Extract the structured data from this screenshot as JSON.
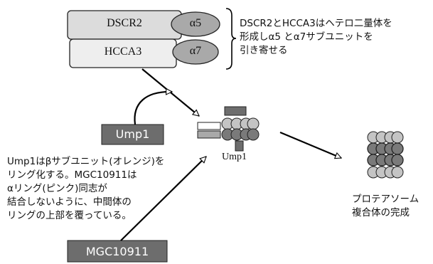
{
  "proteins": {
    "dscr2": "DSCR2",
    "hcca3": "HCCA3",
    "alpha5": "α5",
    "alpha7": "α7",
    "ump1": "Ump1",
    "mgc10911": "MGC10911",
    "ump1_complex_label": "Ump1"
  },
  "annotations": {
    "top_right_lines": [
      "DSCR2とHCCA3はヘテロ二量体を",
      "形成しα5 とα7サブユニットを",
      "引き寄せる"
    ],
    "left_lines": [
      "Ump1はβサブユニット(オレンジ)を",
      "リング化する。MGC10911は",
      "αリング(ピンク)同志が",
      "結合しないように、中間体の",
      "リングの上部を覆っている。"
    ],
    "result_lines": [
      "プロテアソーム",
      "複合体の完成"
    ]
  },
  "colors": {
    "box_fill": "#dcdcdc",
    "alpha_fill": "#a9a9a9",
    "dark_box": "#6d6d6d",
    "subunit_dark": "#7a7a7a",
    "subunit_light": "#c4c4c4",
    "line": "#000000"
  },
  "icons": [
    "bracket-icon",
    "arrow-icon",
    "proteasome-intermediate-icon",
    "proteasome-complex-icon"
  ]
}
